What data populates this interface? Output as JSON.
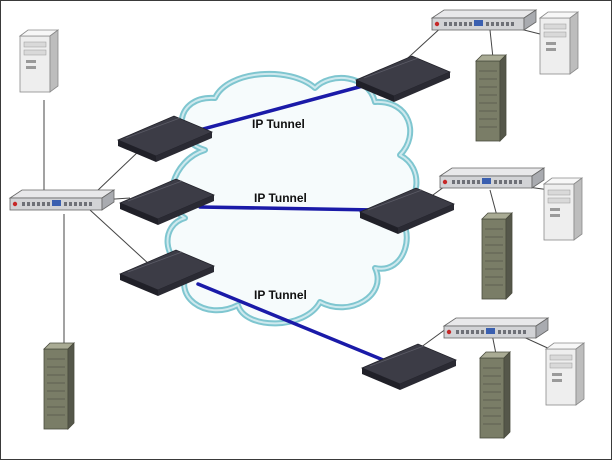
{
  "tunnels": [
    {
      "label": "IP Tunnel"
    },
    {
      "label": "IP Tunnel"
    },
    {
      "label": "IP Tunnel"
    }
  ],
  "icons": {
    "server_tower": "server-tower-icon",
    "workstation": "desktop-tower-icon",
    "switch": "network-switch-icon",
    "router": "tunnel-router-icon",
    "cloud": "internet-cloud-icon"
  },
  "colors": {
    "tunnel_line": "#1a1aa8",
    "cloud_edge": "#7fc6d0",
    "cloud_fill": "#f6fbfc",
    "router_body": "#3c3c46",
    "server_body": "#7a7d67",
    "frame": "#3a3a3a"
  }
}
